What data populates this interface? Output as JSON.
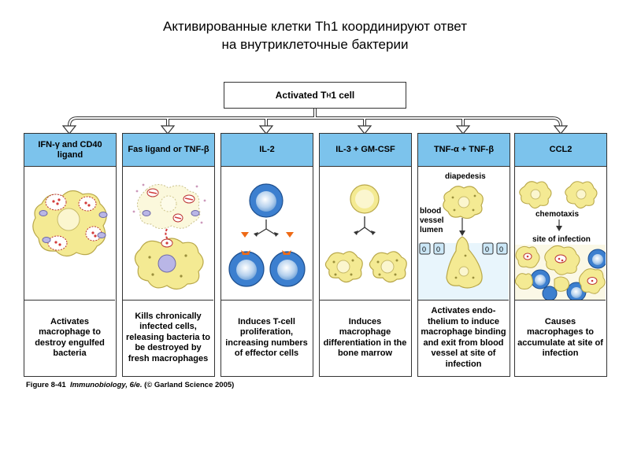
{
  "title": {
    "line1": "Активированные клетки Th1 координируют ответ",
    "line2": "на внутриклеточные бактерии"
  },
  "root": {
    "label_pre": "Activated T",
    "label_sub": "H",
    "label_post": "1  cell"
  },
  "panels": [
    {
      "header": "IFN-γ and CD40 ligand",
      "description": "Activates macrophage to destroy engulfed bacteria"
    },
    {
      "header": "Fas ligand or TNF-β",
      "description": "Kills chronically infected cells, releasing bacteria to be destroyed by fresh macrophages"
    },
    {
      "header": "IL-2",
      "description": "Induces T-cell proliferation, increasing numbers of effector cells"
    },
    {
      "header": "IL-3 + GM-CSF",
      "description": "Induces macrophage differentiation in the bone marrow"
    },
    {
      "header": "TNF-α + TNF-β",
      "description": "Activates endo- thelium to induce macrophage binding and exit from blood vessel at site of infection"
    },
    {
      "header": "CCL2",
      "description": "Causes macrophages to accumulate at site of infection"
    }
  ],
  "panel5_labels": {
    "diapedesis": "diapedesis",
    "blood": "blood",
    "vessel": "vessel",
    "lumen": "lumen",
    "zero": "0"
  },
  "panel6_labels": {
    "chemotaxis": "chemotaxis",
    "site": "site of infection"
  },
  "caption": {
    "figure": "Figure 8-41",
    "book": "Immunobiology, 6/e.",
    "copyright": "(© Garland Science 2005)"
  },
  "colors": {
    "header_blue": "#7cc3ec",
    "macrophage_yellow": "#f4ea93",
    "tcell_blue": "#3c7fcf",
    "nucleus_lavender": "#b9b6e6",
    "bacteria_red": "#d23a3a",
    "arrow_orange": "#ee6a16"
  }
}
